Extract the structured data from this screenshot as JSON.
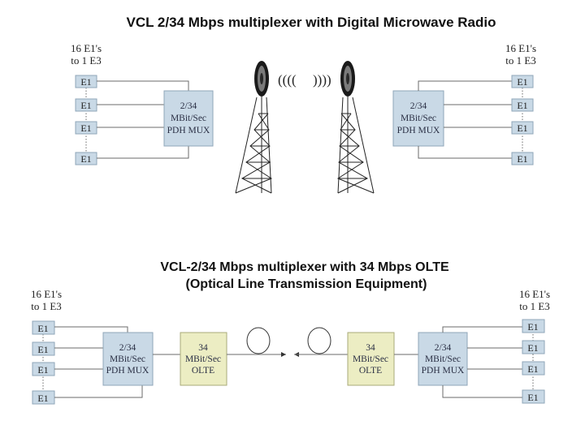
{
  "top_diagram": {
    "title": "VCL 2/34 Mbps multiplexer with Digital Microwave Radio",
    "left_caption": [
      "16 E1's",
      "to 1 E3"
    ],
    "right_caption": [
      "16 E1's",
      "to 1 E3"
    ],
    "e1_label": "E1",
    "mux_lines": [
      "2/34",
      "MBit/Sec",
      "PDH MUX"
    ],
    "wave_left": "((((",
    "wave_right": "))))"
  },
  "bottom_diagram": {
    "title_line1": "VCL-2/34 Mbps multiplexer with 34 Mbps OLTE",
    "title_line2": "(Optical Line Transmission Equipment)",
    "left_caption": [
      "16 E1's",
      "to 1 E3"
    ],
    "right_caption": [
      "16 E1's",
      "to 1 E3"
    ],
    "e1_label": "E1",
    "mux_lines": [
      "2/34",
      "MBit/Sec",
      "PDH MUX"
    ],
    "olte_lines": [
      "34",
      "MBit/Sec",
      "OLTE"
    ]
  },
  "colors": {
    "mux_fill": "#c9d9e6",
    "olte_fill": "#ecedc3",
    "wire": "#6b6b6b"
  }
}
